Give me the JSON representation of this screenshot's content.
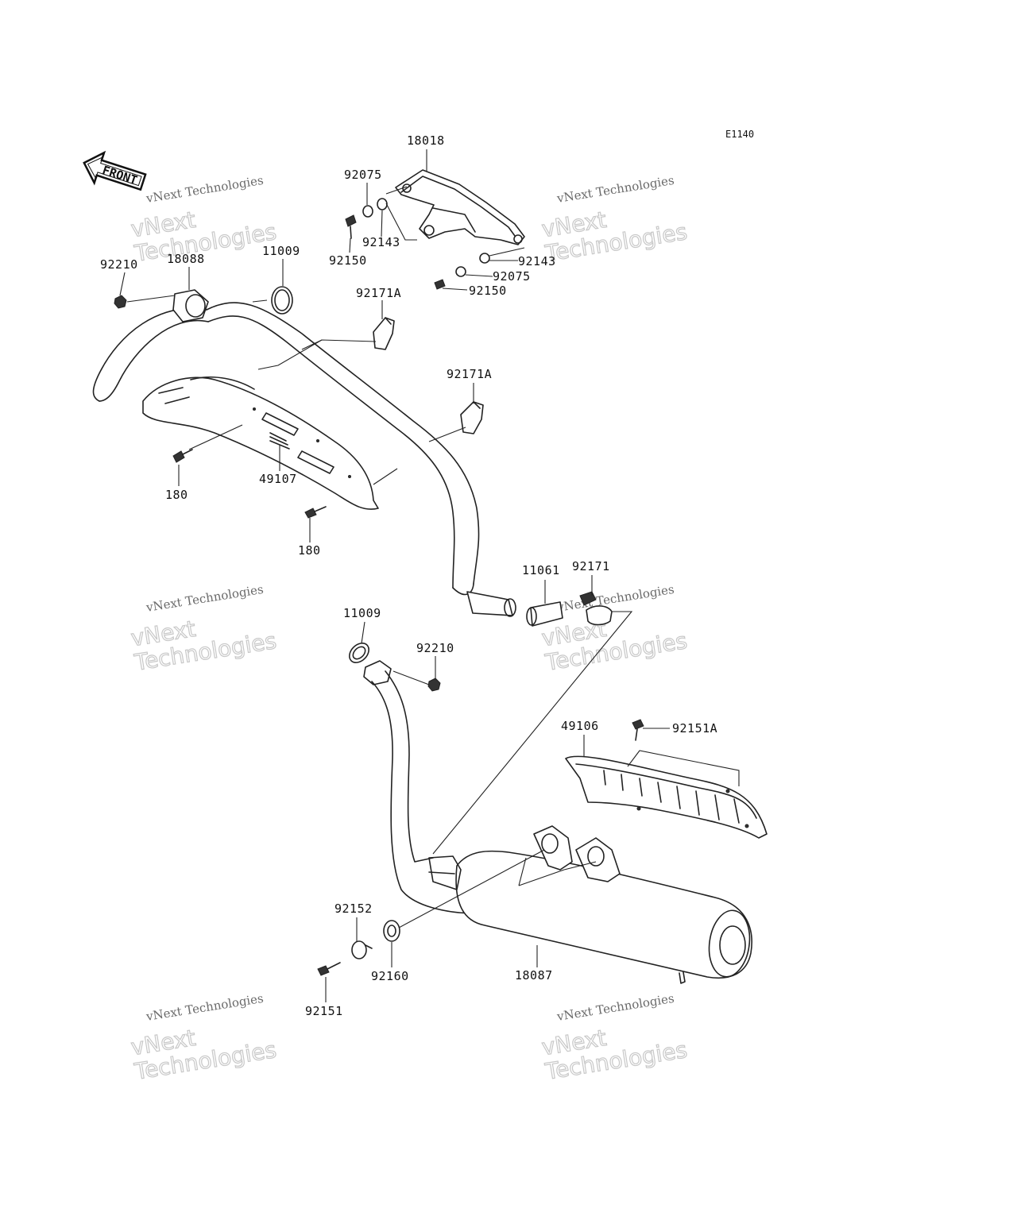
{
  "diagram_code": "E1140",
  "front_label": "FRONT",
  "watermark": {
    "line1": "vNext Technologies",
    "line2": "vNext\nTechnologies"
  },
  "labels": {
    "p18018": "18018",
    "p92075a": "92075",
    "p92143a": "92143",
    "p92150a": "92150",
    "p92143b": "92143",
    "p92075b": "92075",
    "p92150b": "92150",
    "p92210a": "92210",
    "p18088": "18088",
    "p11009a": "11009",
    "p92171Aa": "92171A",
    "p92171Ab": "92171A",
    "p180a": "180",
    "p49107": "49107",
    "p180b": "180",
    "p11061": "11061",
    "p92171": "92171",
    "p11009b": "11009",
    "p92210b": "92210",
    "p49106": "49106",
    "p92151A": "92151A",
    "p92152": "92152",
    "p92160": "92160",
    "p18087": "18087",
    "p92151": "92151"
  }
}
